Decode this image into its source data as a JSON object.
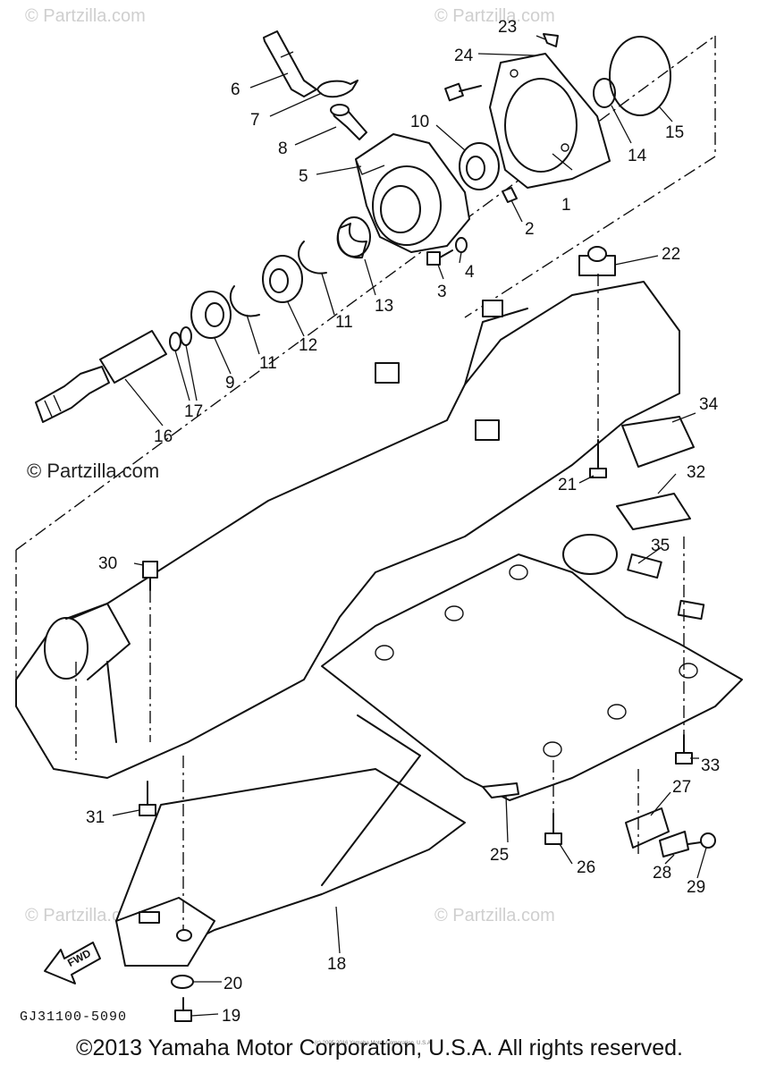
{
  "diagram": {
    "drawing_code": "GJ31100-5090",
    "fwd_label": "FWD",
    "watermark": "© Partzilla.com",
    "small_print": "(c) 2005-2016 Yamaha Motor Corporation, U.S.A.",
    "copyright": "©2013 Yamaha Motor Corporation, U.S.A. All rights reserved.",
    "callouts": [
      "1",
      "2",
      "3",
      "4",
      "5",
      "6",
      "7",
      "8",
      "9",
      "10",
      "11",
      "11",
      "12",
      "13",
      "14",
      "15",
      "16",
      "17",
      "18",
      "19",
      "20",
      "21",
      "22",
      "23",
      "24",
      "25",
      "26",
      "27",
      "28",
      "29",
      "30",
      "31",
      "32",
      "33",
      "34",
      "35"
    ]
  }
}
